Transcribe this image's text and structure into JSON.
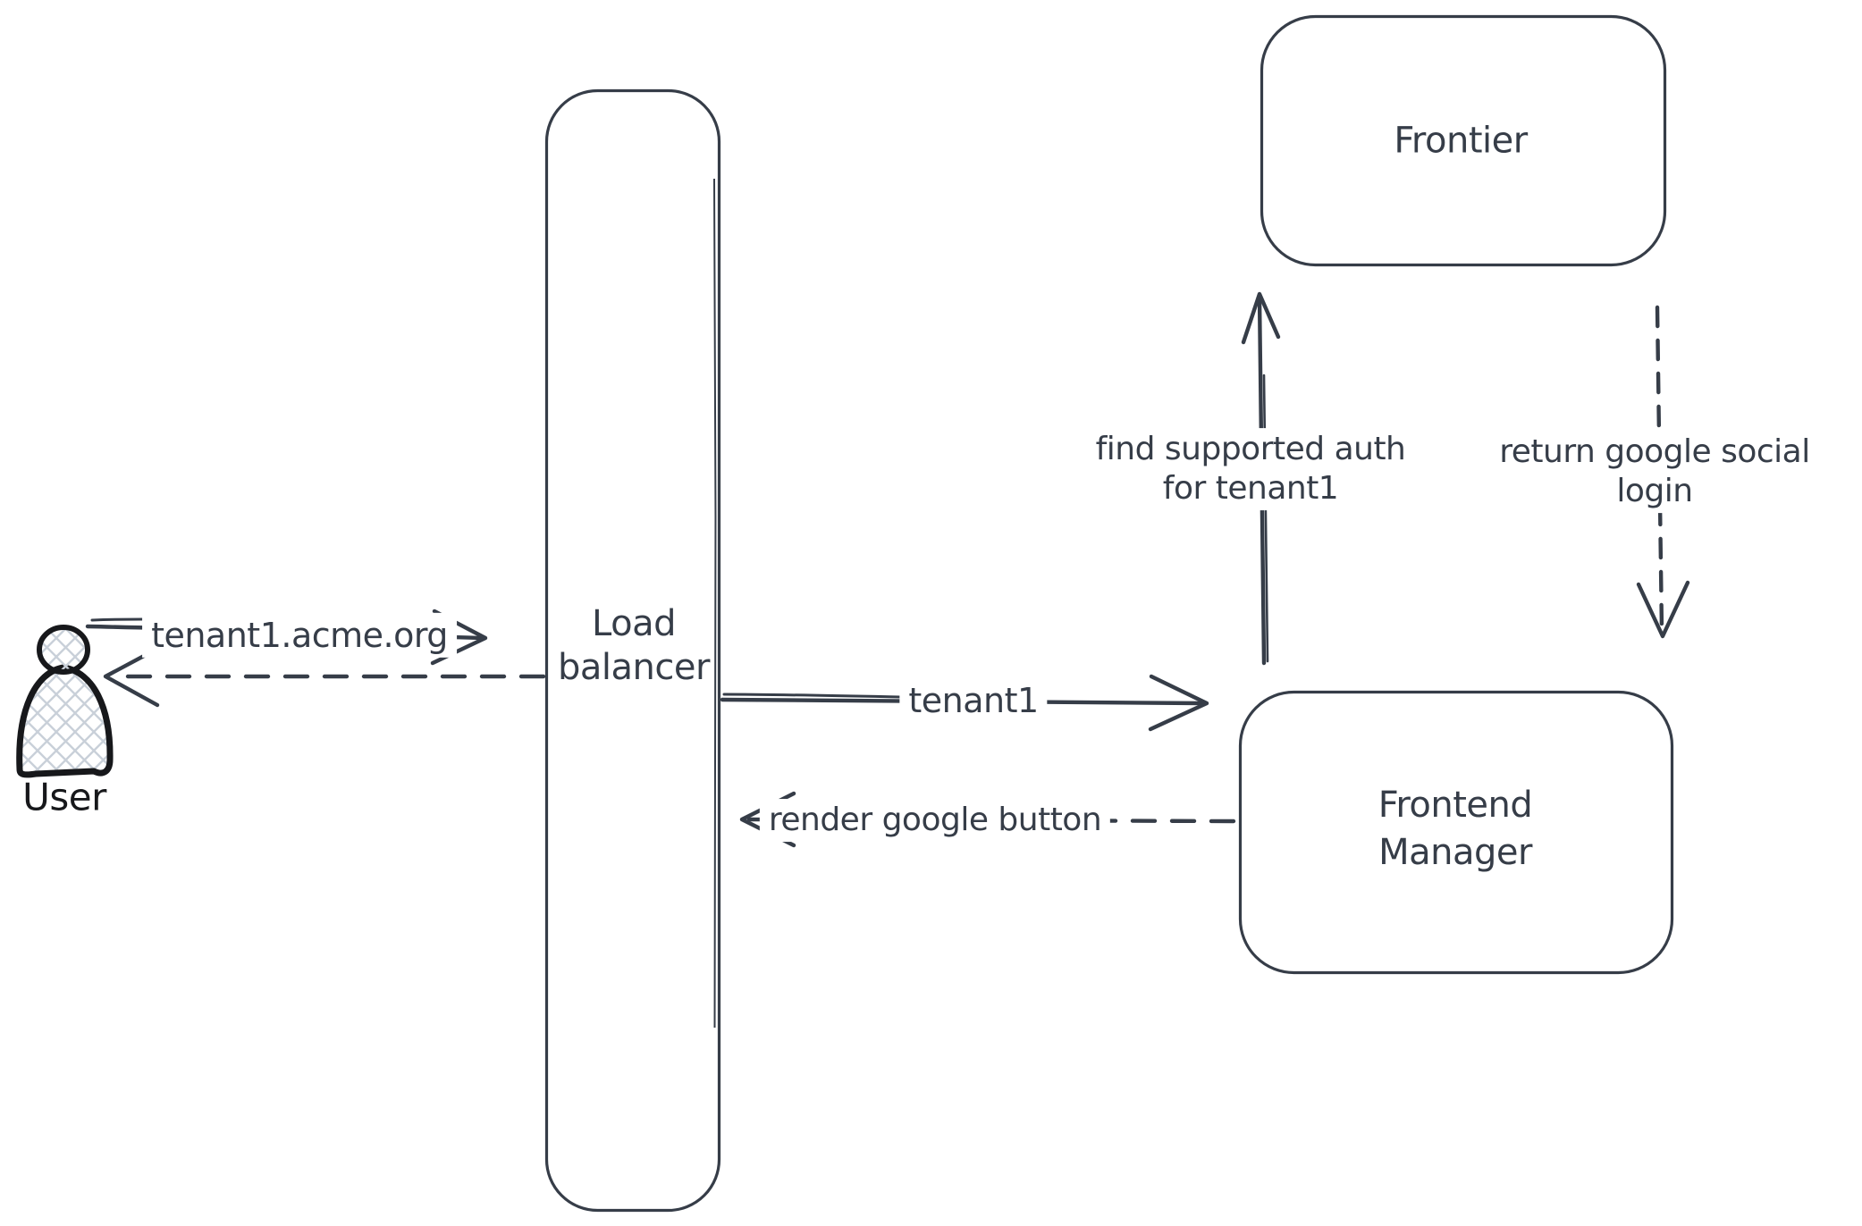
{
  "canvas": {
    "background": "#ffffff",
    "stroke_color": "#363d48",
    "person_color": "#17181b",
    "hatch_color": "#c9d0d9"
  },
  "nodes": {
    "user": {
      "label": "User",
      "shape": "person"
    },
    "load_balancer": {
      "label_line1": "Load",
      "label_line2": "balancer",
      "shape": "rounded-rectangle"
    },
    "frontier": {
      "label": "Frontier",
      "shape": "rounded-rectangle"
    },
    "frontend_manager": {
      "label_line1": "Frontend",
      "label_line2": "Manager",
      "shape": "rounded-rectangle"
    }
  },
  "edges": {
    "user_to_load_balancer": {
      "label": "tenant1.acme.org",
      "style": "solid",
      "direction": "right"
    },
    "load_balancer_to_user": {
      "style": "dashed",
      "direction": "left"
    },
    "load_balancer_to_frontend_manager": {
      "label": "tenant1",
      "style": "solid",
      "direction": "right"
    },
    "frontend_manager_to_load_balancer": {
      "label": "render google button",
      "style": "dashed",
      "direction": "left"
    },
    "frontend_manager_to_frontier": {
      "label_line1": "find supported auth",
      "label_line2": "for tenant1",
      "style": "solid",
      "direction": "up"
    },
    "frontier_to_frontend_manager": {
      "label_line1": "return google social",
      "label_line2": "login",
      "style": "dashed",
      "direction": "down"
    }
  }
}
